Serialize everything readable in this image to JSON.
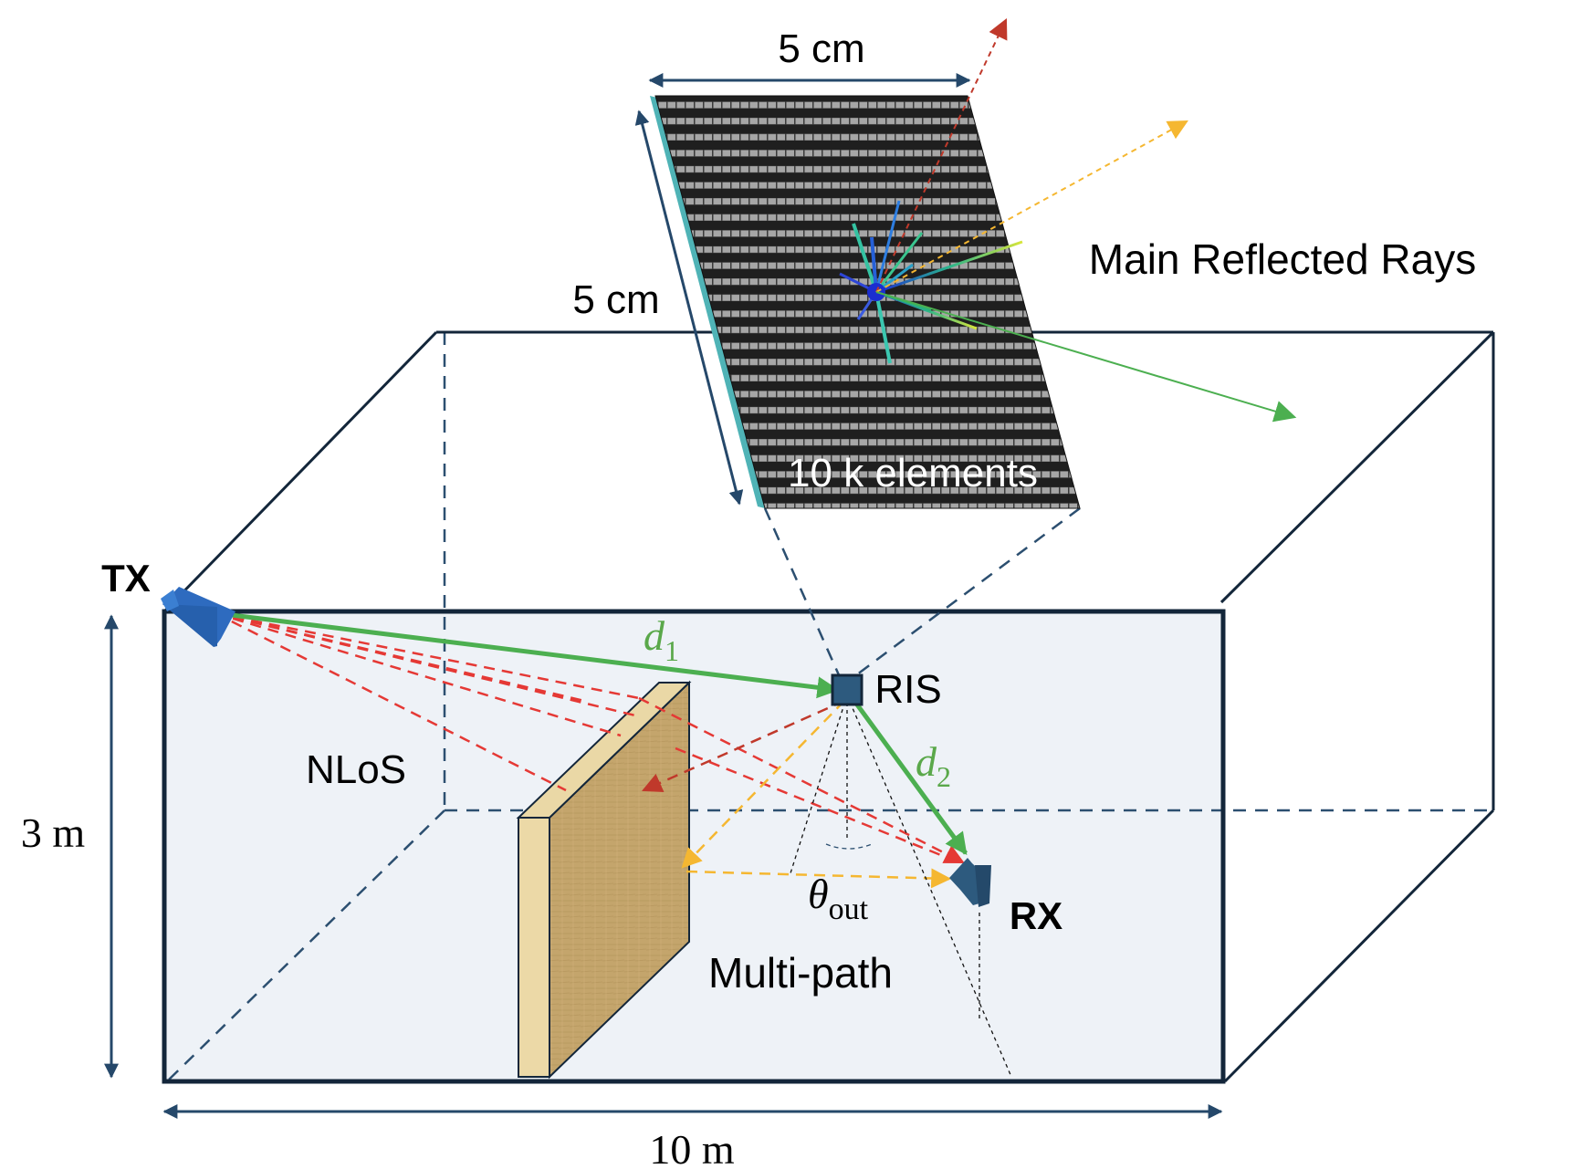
{
  "labels": {
    "ris_width": "5 cm",
    "ris_height": "5 cm",
    "main_reflected_rays": "Main Reflected Rays",
    "ris_elements": "10 k elements",
    "tx": "TX",
    "rx": "RX",
    "ris": "RIS",
    "nlos": "NLoS",
    "multipath": "Multi-path",
    "height": "3 m",
    "width": "10 m"
  },
  "math": {
    "d1_base": "d",
    "d1_sub": "1",
    "d2_base": "d",
    "d2_sub": "2",
    "theta_base": "θ",
    "theta_sub": "out"
  },
  "colors": {
    "box_face": "#eef2f7",
    "box_edge": "#13263a",
    "hidden_edge": "#2c4f70",
    "antenna": "#2e6bbf",
    "rx_antenna": "#2d5a7e",
    "los_path": "#4caf50",
    "nlos_path": "#e53935",
    "dark_red_path": "#c0392b",
    "yellow_path": "#f5b731",
    "wall_face": "#c9ae77",
    "wall_top": "#ead8a6",
    "ris_panel": "#262626",
    "ris_edge": "#4fb3b6",
    "dimension": "#25486a",
    "math_green": "#5aa84a"
  }
}
